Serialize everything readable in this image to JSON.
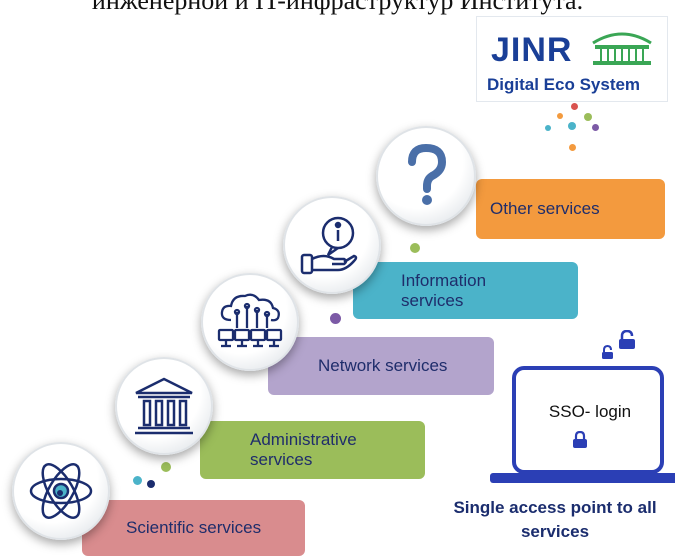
{
  "header": {
    "text": "инженерной и IT-инфраструктур Института."
  },
  "logo": {
    "title": "JINR",
    "subtitle": "Digital Eco System"
  },
  "services": [
    {
      "lines": [
        "Scientific services"
      ],
      "color": "#d98c8e",
      "icon": "atom-icon"
    },
    {
      "lines": [
        "Administrative",
        "services"
      ],
      "color": "#9bbd5a",
      "icon": "government-building-icon"
    },
    {
      "lines": [
        "Network services"
      ],
      "color": "#b3a4cc",
      "icon": "network-cloud-icon"
    },
    {
      "lines": [
        "Information",
        "services"
      ],
      "color": "#4bb3c9",
      "icon": "information-hand-icon"
    },
    {
      "lines": [
        "Other services"
      ],
      "color": "#f39a3e",
      "icon": "question-mark-icon"
    }
  ],
  "sso": {
    "label": "SSO- login",
    "icon": "padlock-icon",
    "tagline": "Single access point to all services"
  },
  "colors": {
    "dark_blue": "#1b2d6e",
    "laptop_blue": "#2b3fb5"
  }
}
